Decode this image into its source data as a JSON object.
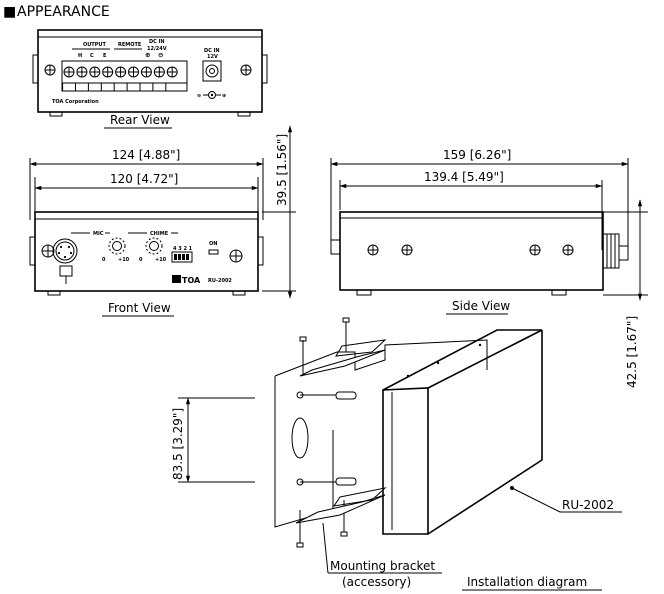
{
  "header": {
    "marker": "■",
    "title": "APPEARANCE"
  },
  "rear_view": {
    "caption": "Rear View",
    "output_label": "OUTPUT",
    "remote_label": "REMOTE",
    "dc_in_label": "DC IN",
    "dc_in_range": "12/24V",
    "dc_in_jack_label": "DC IN",
    "dc_in_jack_voltage": "12V",
    "terminal_h": "H",
    "terminal_c": "C",
    "terminal_e": "E",
    "plus_sign": "⊕",
    "minus_sign": "⊖",
    "maker": "TOA Corporation"
  },
  "front_view": {
    "caption": "Front View",
    "mic_label": "MIC",
    "chime_label": "CHIME",
    "on_label": "ON",
    "switch_label": "4 3 2 1",
    "knob_min": "0",
    "knob_max": "+10",
    "brand": "TOA",
    "model": "RU-2002"
  },
  "side_view": {
    "caption": "Side View"
  },
  "installation": {
    "caption": "Installation diagram",
    "model_callout": "RU-2002",
    "bracket_callout_1": "Mounting bracket",
    "bracket_callout_2": "(accessory)"
  },
  "dimensions": {
    "overall_width": "124 [4.88\"]",
    "body_width": "120 [4.72\"]",
    "height": "39.5 [1.56\"]",
    "overall_depth": "159 [6.26\"]",
    "body_depth": "139.4 [5.49\"]",
    "side_height": "42.5 [1.67\"]",
    "bracket_height": "83.5 [3.29\"]"
  }
}
